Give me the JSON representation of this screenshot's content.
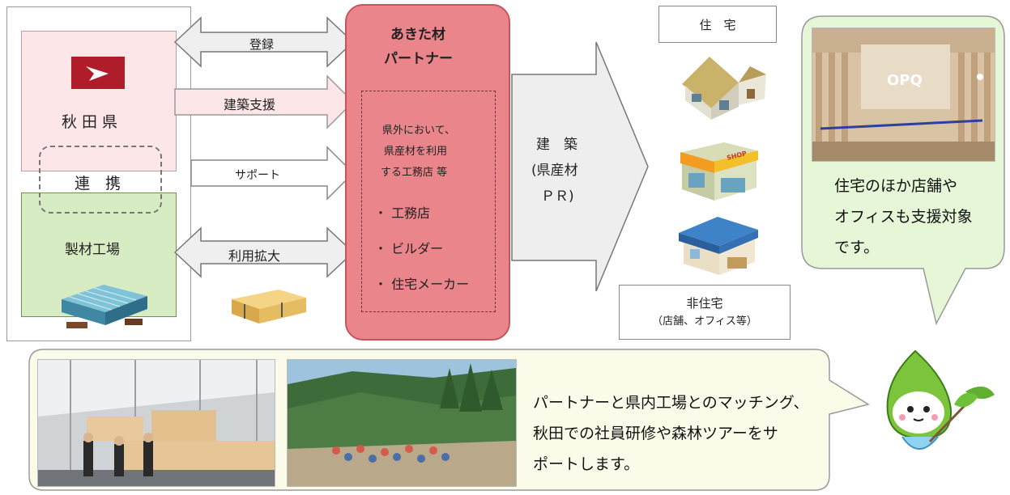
{
  "left": {
    "prefecture_label": "秋田県",
    "cooperation_label": "連　携",
    "sawmill_label": "製材工場"
  },
  "arrows": {
    "register": "登録",
    "building_support": "建築支援",
    "support": "サポート",
    "expand_use": "利用拡大"
  },
  "partner": {
    "title_line1": "あきた材",
    "title_line2": "パートナー",
    "desc_line1": "県外において、",
    "desc_line2": "県産材を利用",
    "desc_line3": "する工務店 等",
    "items": [
      "・ 工務店",
      "・ ビルダー",
      "・ 住宅メーカー"
    ]
  },
  "construction": {
    "line1": "建　築",
    "line2": "(県産材",
    "line3": "ＰＲ)"
  },
  "outputs": {
    "housing_label": "住　宅",
    "nonhousing_line1": "非住宅",
    "nonhousing_line2": "（店舗、オフィス等）"
  },
  "speech_right": {
    "line1": "住宅のほか店舗や",
    "line2": "オフィスも支援対象",
    "line3": "です。",
    "photo_sign": "OPQ"
  },
  "speech_bottom": {
    "line1": "パートナーと県内工場とのマッチング、",
    "line2": "秋田での社員研修や森林ツアーをサ",
    "line3": "ポートします。"
  },
  "colors": {
    "partner_fill": "#ea858b",
    "prefecture_fill": "#fde6e8",
    "sawmill_fill": "#d8ecc4",
    "callout_fill": "#fbfbea",
    "right_callout_fill": "#e6f7d8",
    "logo_red": "#b01d2a"
  }
}
